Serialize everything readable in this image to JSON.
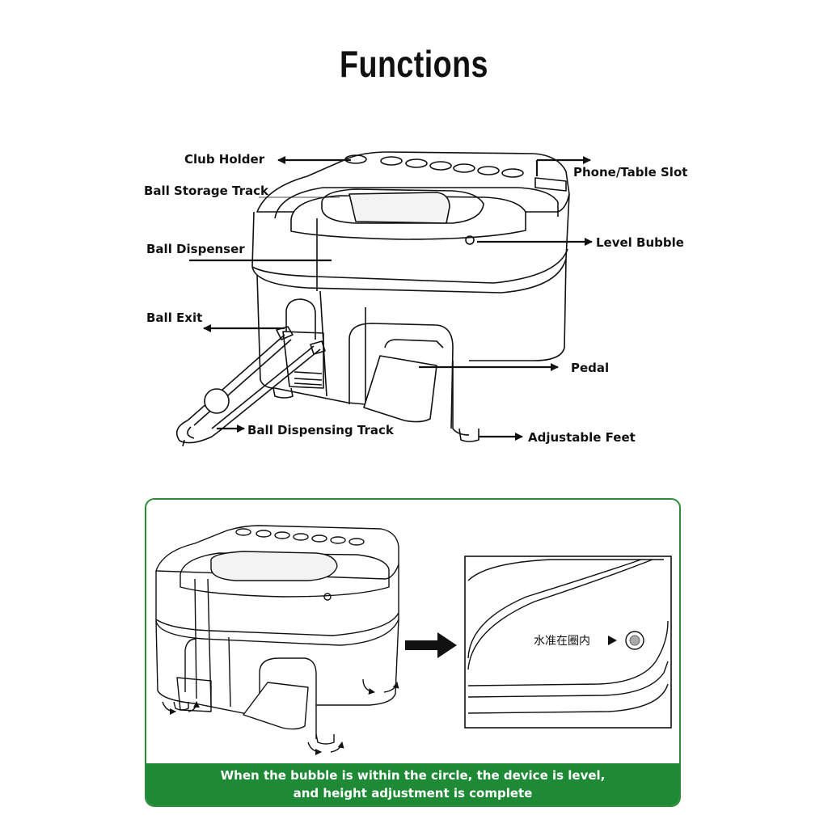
{
  "title": "Functions",
  "labels": {
    "club_holder": "Club Holder",
    "ball_storage_track": "Ball Storage Track",
    "ball_dispenser": "Ball Dispenser",
    "ball_exit": "Ball Exit",
    "ball_dispensing_track": "Ball Dispensing Track",
    "phone_table_slot": "Phone/Table Slot",
    "level_bubble": "Level Bubble",
    "pedal": "Pedal",
    "adjustable_feet": "Adjustable Feet"
  },
  "detail": {
    "chinese_label": "水准在圈内",
    "caption_line1": "When the bubble is within the circle, the device is level,",
    "caption_line2": "and height adjustment is complete"
  },
  "colors": {
    "accent_green": "#1f8a36",
    "panel_border": "#2e8b3a",
    "line": "#111111"
  }
}
